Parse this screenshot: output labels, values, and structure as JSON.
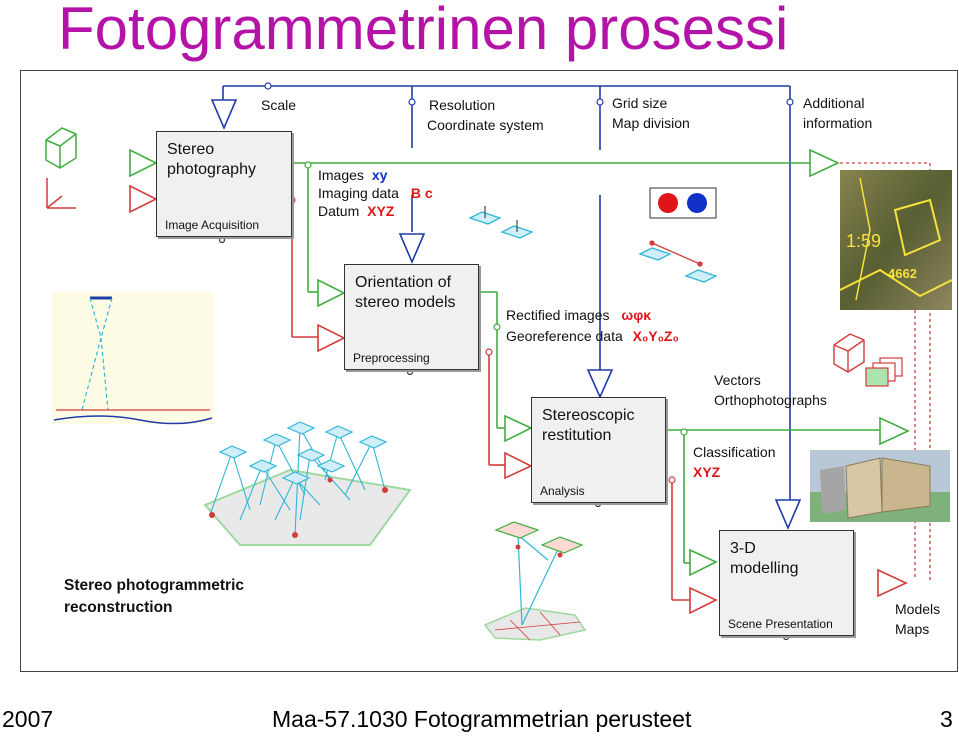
{
  "title": "Fotogrammetrinen prosessi",
  "footer": {
    "year": "2007",
    "course": "Maa-57.1030 Fotogrammetrian perusteet",
    "page": "3"
  },
  "boxes": {
    "stereo_photography": {
      "title": "Stereo photography",
      "subtitle": "Image Acquisition"
    },
    "orientation": {
      "title": "Orientation of stereo models",
      "subtitle": "Preprocessing"
    },
    "restitution": {
      "title": "Stereoscopic restitution",
      "subtitle": "Analysis"
    },
    "modelling": {
      "title": "3-D modelling",
      "subtitle": "Scene Presentation"
    }
  },
  "labels": {
    "scale": "Scale",
    "resolution": "Resolution",
    "coordinate_system": "Coordinate system",
    "grid_size": "Grid size",
    "map_division": "Map division",
    "additional": "Additional",
    "information": "information",
    "images": "Images",
    "images_sym": "xy",
    "imaging_data": "Imaging data",
    "imaging_sym": "B c",
    "datum": "Datum",
    "datum_sym": "XYZ",
    "rectified_images": "Rectified images",
    "rectified_sym": "ωφκ",
    "georeference_data": "Georeference data",
    "georeference_sym": "X₀Y₀Z₀",
    "vectors": "Vectors",
    "orthophotographs": "Orthophotographs",
    "classification": "Classification",
    "classification_sym": "XYZ",
    "models": "Models",
    "maps": "Maps",
    "map_scale_text": "1:59",
    "map_number": "4662"
  },
  "reconstruction": {
    "line1": "Stereo photogrammetric",
    "line2": "reconstruction"
  },
  "colors": {
    "title": "#b512a8",
    "blue_flow": "#1f3ca8",
    "green_flow": "#3fae3f",
    "red_flow": "#d43b3b",
    "cyan": "#2fb7d6"
  }
}
